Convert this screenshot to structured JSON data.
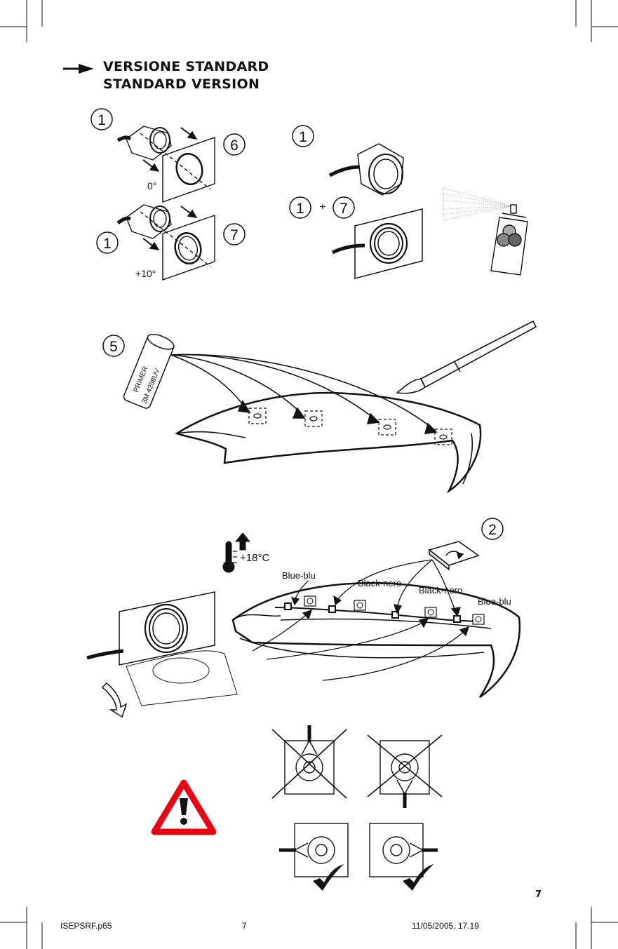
{
  "header": {
    "title_line1": "VERSIONE STANDARD",
    "title_line2": "STANDARD VERSION"
  },
  "step_numbers": {
    "s1a": "1",
    "s6": "6",
    "s1b": "1",
    "s7a": "7",
    "s1c": "1",
    "s1d": "1",
    "plus": "+",
    "s7b": "7",
    "s5": "5",
    "s2": "2"
  },
  "angles": {
    "a0": "0°",
    "a10": "+10°"
  },
  "primer": {
    "line1": "PRIMER",
    "line2": "3M 4298UV"
  },
  "temperature": "+18°C",
  "wires": {
    "blue1": "Blue-blu",
    "black1": "Black-nero",
    "black2": "Black-nero",
    "blue2": "Blue-blu"
  },
  "footer": {
    "file": "ISEPSRF.p65",
    "page": "7",
    "datetime": "11/05/2005, 17.19"
  },
  "page_number": "7",
  "colors": {
    "warning_red": "#e30613",
    "ink": "#111111"
  }
}
